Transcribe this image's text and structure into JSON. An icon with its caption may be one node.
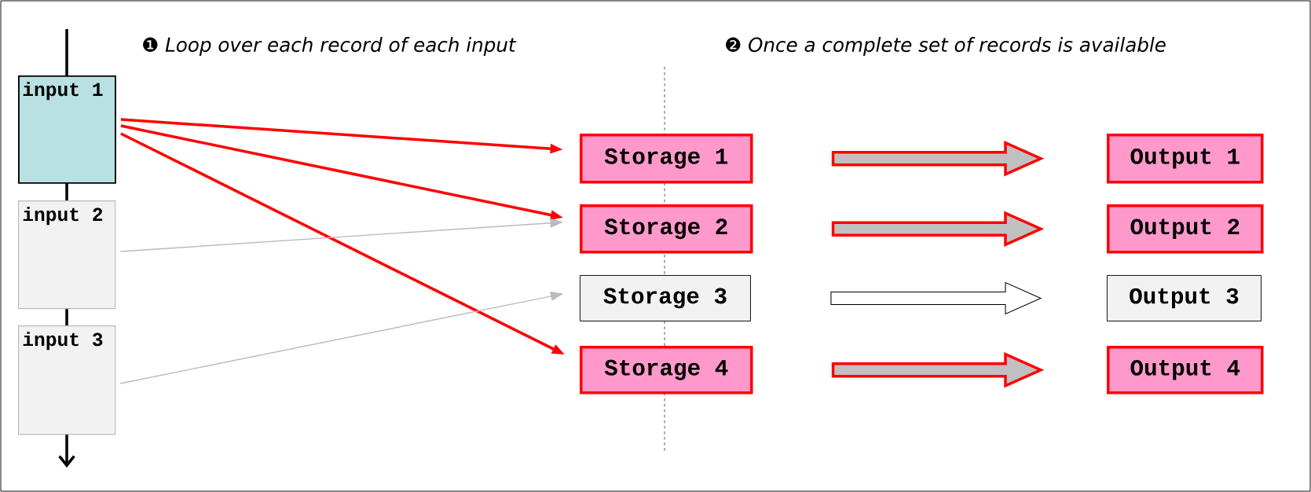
{
  "diagram": {
    "nodes": [
      {
        "text": [
          "input 1"
        ]
      },
      {
        "text": [
          "input 2"
        ]
      },
      {
        "text": [
          "input 3"
        ]
      },
      {
        "text": [
          "Storage 1"
        ]
      },
      {
        "text": [
          "Storage 2"
        ]
      },
      {
        "text": [
          "Storage 3"
        ]
      },
      {
        "text": [
          "Storage 4"
        ]
      },
      {
        "text": [
          "Output 1"
        ]
      },
      {
        "text": [
          "Output 2"
        ]
      },
      {
        "text": [
          "Output 3"
        ]
      },
      {
        "text": [
          "Output 4"
        ]
      }
    ],
    "edges": [
      {
        "from": 0,
        "to": 3,
        "arrow": "to"
      },
      {
        "from": 0,
        "to": 4,
        "arrow": "to"
      },
      {
        "from": 0,
        "to": 6,
        "arrow": "to"
      },
      {
        "from": 1,
        "to": 4,
        "arrow": "to",
        "color": "#bbbbbb"
      },
      {
        "from": 2,
        "to": 5,
        "arrow": "to",
        "color": "#bbbbbb"
      },
      {
        "from": 3,
        "to": 7,
        "arrow": "to",
        "style": "thick"
      },
      {
        "from": 4,
        "to": 8,
        "arrow": "to",
        "style": "thick"
      },
      {
        "from": 5,
        "to": 9,
        "arrow": "to",
        "style": "thick",
        "color": "#000000"
      },
      {
        "from": 6,
        "to": 10,
        "arrow": "to",
        "style": "thick"
      }
    ],
    "labels": [
      "❶ Loop over each record of each input",
      "❷ Once a complete set of records is available"
    ]
  }
}
